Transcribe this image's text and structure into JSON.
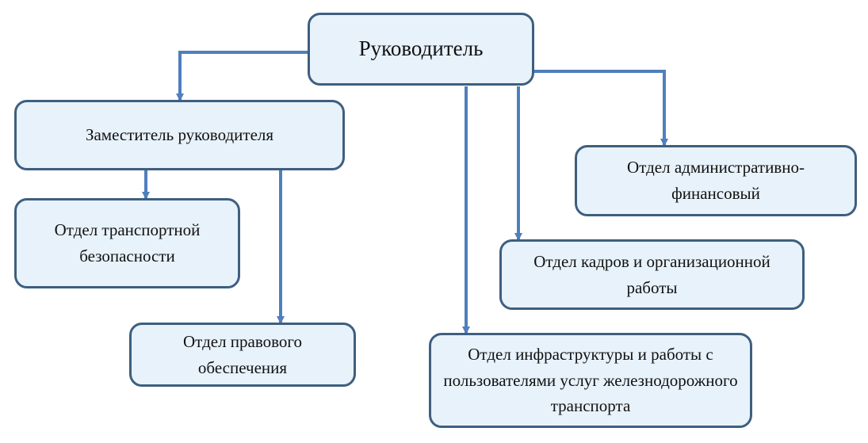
{
  "diagram": {
    "nodes": {
      "head": {
        "label": "Руководитель"
      },
      "deputy": {
        "label": "Заместитель руководителя"
      },
      "transport_security": {
        "label": "Отдел транспортной безопасности"
      },
      "legal": {
        "label": "Отдел правового обеспечения"
      },
      "infrastructure": {
        "label": "Отдел инфраструктуры и работы с пользователями услуг железнодорожного транспорта"
      },
      "hr": {
        "label": "Отдел кадров и организационной работы"
      },
      "admin_finance": {
        "label": "Отдел административно-финансовый"
      }
    },
    "edges": [
      {
        "from": "head",
        "to": "deputy"
      },
      {
        "from": "head",
        "to": "infrastructure"
      },
      {
        "from": "head",
        "to": "hr"
      },
      {
        "from": "head",
        "to": "admin_finance"
      },
      {
        "from": "deputy",
        "to": "transport_security"
      },
      {
        "from": "deputy",
        "to": "legal"
      }
    ],
    "colors": {
      "connector": "#4f7fbd",
      "box_fill": "#e8f2fb",
      "box_border": "#3e5f7f"
    }
  }
}
